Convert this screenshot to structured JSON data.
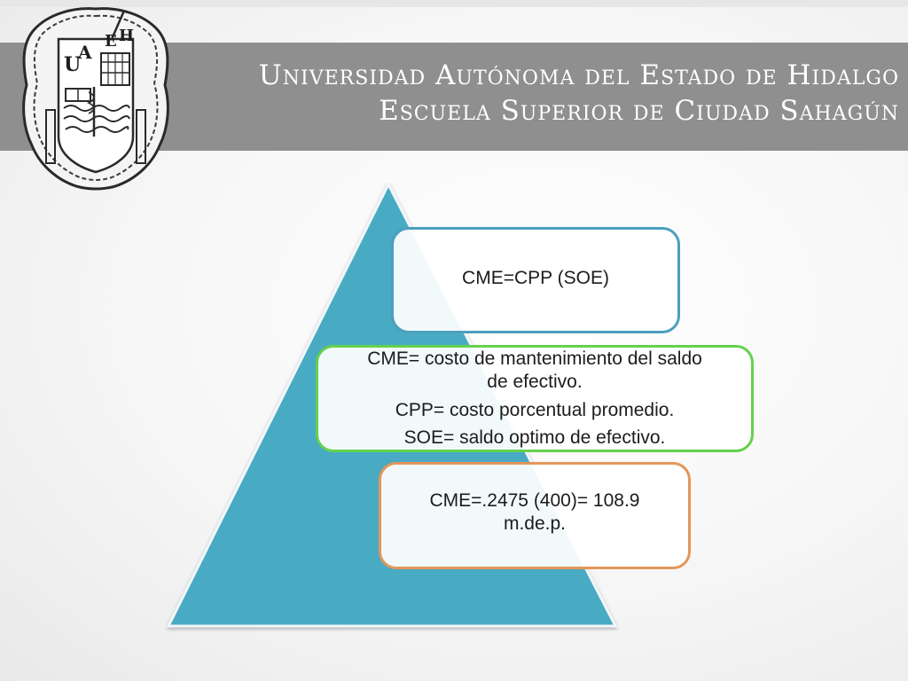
{
  "header": {
    "line1": "Universidad Autónoma del Estado de Hidalgo",
    "line2": "Escuela Superior de Ciudad Sahagún",
    "band_color": "#8f8f8f"
  },
  "seal": {
    "icon": "university-seal-icon",
    "text": "UAEH"
  },
  "pyramid": {
    "color": "#4aaac4"
  },
  "boxes": {
    "top": {
      "text": "CME=CPP (SOE)",
      "border_color": "#4c9fbd"
    },
    "middle": {
      "line1": "CME= costo de mantenimiento del saldo",
      "line2": "de efectivo.",
      "line3": "CPP= costo porcentual promedio.",
      "line4": "SOE= saldo optimo de efectivo.",
      "border_color": "#64d14e"
    },
    "bottom": {
      "line1": "CME=.2475 (400)= 108.9",
      "line2": "m.de.p.",
      "border_color": "#e3975a"
    }
  }
}
